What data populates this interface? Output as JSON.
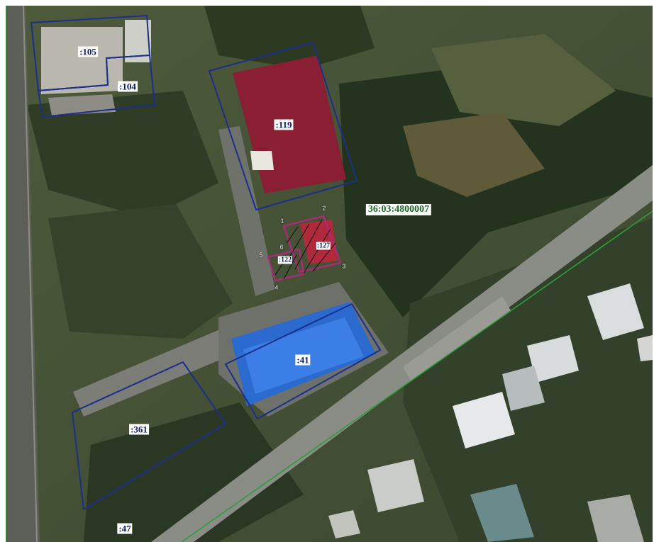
{
  "map": {
    "quarter_label": "36:03:4800007",
    "parcel_labels": [
      ":105",
      ":104",
      ":119",
      ":127",
      ":122",
      ":41",
      ":361",
      ":47"
    ],
    "point_labels": [
      "1",
      "2",
      "3",
      "4",
      "5",
      "6"
    ],
    "colors": {
      "parcel_border": "#1b2f8f",
      "target_border": "#b0287a",
      "quarter_boundary": "#2e9e3a",
      "label_text": "#0c1e6e",
      "quarter_text": "#1f6b2a"
    }
  }
}
